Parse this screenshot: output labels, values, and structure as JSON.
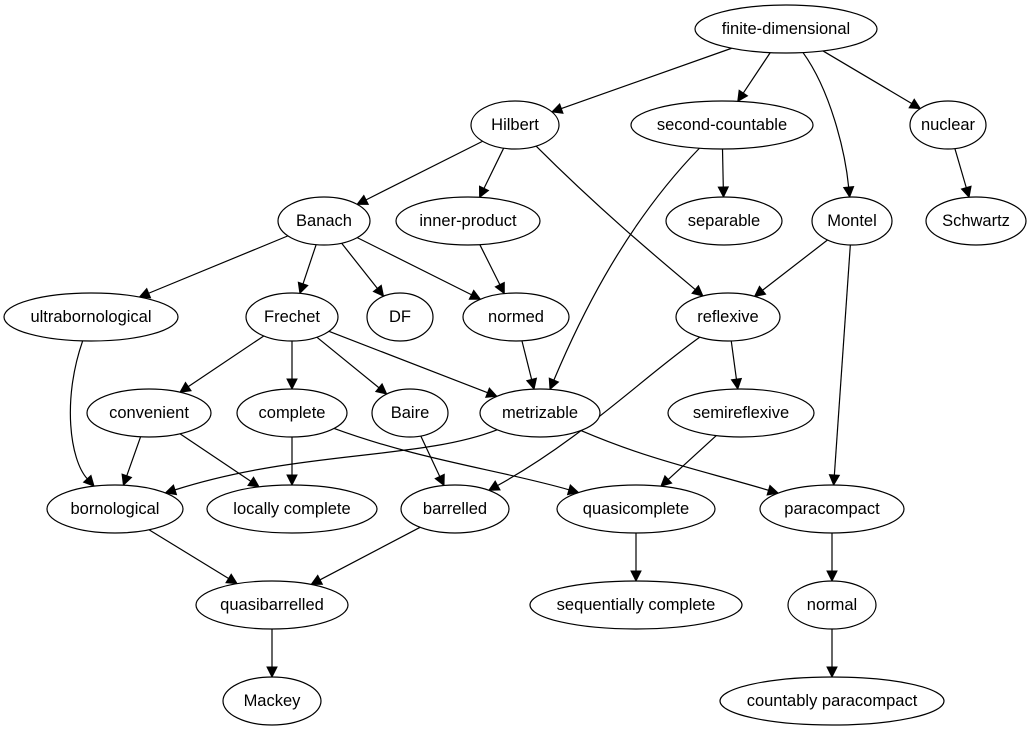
{
  "diagram": {
    "type": "directed-graph",
    "colors": {
      "background": "#ffffff",
      "stroke": "#000000",
      "text": "#000000"
    },
    "nodes": [
      {
        "id": "finite-dimensional",
        "label": "finite-dimensional"
      },
      {
        "id": "Hilbert",
        "label": "Hilbert"
      },
      {
        "id": "second-countable",
        "label": "second-countable"
      },
      {
        "id": "nuclear",
        "label": "nuclear"
      },
      {
        "id": "Banach",
        "label": "Banach"
      },
      {
        "id": "inner-product",
        "label": "inner-product"
      },
      {
        "id": "separable",
        "label": "separable"
      },
      {
        "id": "Montel",
        "label": "Montel"
      },
      {
        "id": "Schwartz",
        "label": "Schwartz"
      },
      {
        "id": "ultrabornological",
        "label": "ultrabornological"
      },
      {
        "id": "Frechet",
        "label": "Frechet"
      },
      {
        "id": "DF",
        "label": "DF"
      },
      {
        "id": "normed",
        "label": "normed"
      },
      {
        "id": "reflexive",
        "label": "reflexive"
      },
      {
        "id": "convenient",
        "label": "convenient"
      },
      {
        "id": "complete",
        "label": "complete"
      },
      {
        "id": "Baire",
        "label": "Baire"
      },
      {
        "id": "metrizable",
        "label": "metrizable"
      },
      {
        "id": "semireflexive",
        "label": "semireflexive"
      },
      {
        "id": "bornological",
        "label": "bornological"
      },
      {
        "id": "locally-complete",
        "label": "locally complete"
      },
      {
        "id": "barrelled",
        "label": "barrelled"
      },
      {
        "id": "quasicomplete",
        "label": "quasicomplete"
      },
      {
        "id": "paracompact",
        "label": "paracompact"
      },
      {
        "id": "quasibarrelled",
        "label": "quasibarrelled"
      },
      {
        "id": "sequentially-complete",
        "label": "sequentially complete"
      },
      {
        "id": "normal",
        "label": "normal"
      },
      {
        "id": "Mackey",
        "label": "Mackey"
      },
      {
        "id": "countably-paracompact",
        "label": "countably paracompact"
      }
    ],
    "edges": [
      {
        "from": "finite-dimensional",
        "to": "Hilbert"
      },
      {
        "from": "finite-dimensional",
        "to": "second-countable"
      },
      {
        "from": "finite-dimensional",
        "to": "Montel"
      },
      {
        "from": "finite-dimensional",
        "to": "nuclear"
      },
      {
        "from": "Hilbert",
        "to": "Banach"
      },
      {
        "from": "Hilbert",
        "to": "inner-product"
      },
      {
        "from": "Hilbert",
        "to": "reflexive"
      },
      {
        "from": "second-countable",
        "to": "separable"
      },
      {
        "from": "second-countable",
        "to": "metrizable"
      },
      {
        "from": "nuclear",
        "to": "Schwartz"
      },
      {
        "from": "Banach",
        "to": "ultrabornological"
      },
      {
        "from": "Banach",
        "to": "Frechet"
      },
      {
        "from": "Banach",
        "to": "DF"
      },
      {
        "from": "Banach",
        "to": "normed"
      },
      {
        "from": "inner-product",
        "to": "normed"
      },
      {
        "from": "Montel",
        "to": "reflexive"
      },
      {
        "from": "Montel",
        "to": "paracompact"
      },
      {
        "from": "ultrabornological",
        "to": "bornological"
      },
      {
        "from": "Frechet",
        "to": "convenient"
      },
      {
        "from": "Frechet",
        "to": "complete"
      },
      {
        "from": "Frechet",
        "to": "Baire"
      },
      {
        "from": "Frechet",
        "to": "metrizable"
      },
      {
        "from": "normed",
        "to": "metrizable"
      },
      {
        "from": "reflexive",
        "to": "semireflexive"
      },
      {
        "from": "reflexive",
        "to": "barrelled"
      },
      {
        "from": "convenient",
        "to": "bornological"
      },
      {
        "from": "convenient",
        "to": "locally-complete"
      },
      {
        "from": "complete",
        "to": "locally-complete"
      },
      {
        "from": "complete",
        "to": "quasicomplete"
      },
      {
        "from": "Baire",
        "to": "barrelled"
      },
      {
        "from": "metrizable",
        "to": "bornological"
      },
      {
        "from": "metrizable",
        "to": "paracompact"
      },
      {
        "from": "semireflexive",
        "to": "quasicomplete"
      },
      {
        "from": "bornological",
        "to": "quasibarrelled"
      },
      {
        "from": "barrelled",
        "to": "quasibarrelled"
      },
      {
        "from": "quasicomplete",
        "to": "sequentially-complete"
      },
      {
        "from": "paracompact",
        "to": "normal"
      },
      {
        "from": "quasibarrelled",
        "to": "Mackey"
      },
      {
        "from": "normal",
        "to": "countably-paracompact"
      }
    ]
  }
}
